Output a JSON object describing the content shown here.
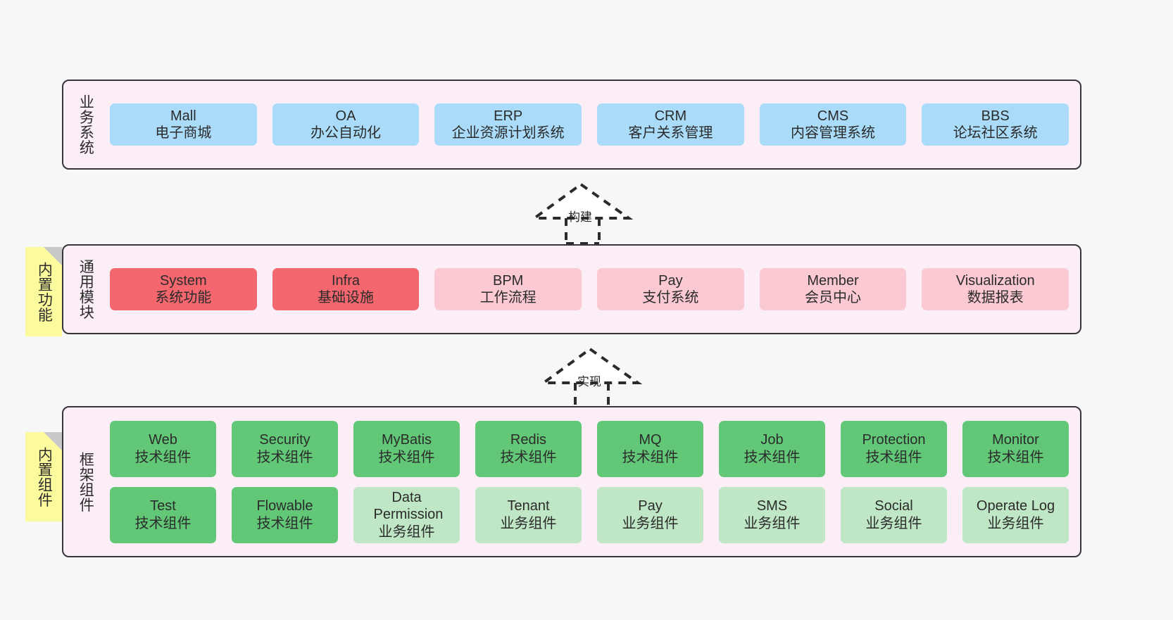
{
  "canvas": {
    "background": "#f7f7f7"
  },
  "palette": {
    "layer_bg": "#fbeef7",
    "layer_border": "#38343c",
    "blue": "#aadcfa",
    "red": "#f4676e",
    "pink": "#fbc9d2",
    "green": "#62c878",
    "light_green": "#bfe7c6",
    "sticky_yellow": "#fbfb9e",
    "sticky_fold": "#c9c9c9",
    "text": "#2b2b2b"
  },
  "layers": {
    "business": {
      "title": "业务系统",
      "cards": [
        {
          "name": "Mall",
          "desc": "电子商城"
        },
        {
          "name": "OA",
          "desc": "办公自动化"
        },
        {
          "name": "ERP",
          "desc": "企业资源计划系统"
        },
        {
          "name": "CRM",
          "desc": "客户关系管理"
        },
        {
          "name": "CMS",
          "desc": "内容管理系统"
        },
        {
          "name": "BBS",
          "desc": "论坛社区系统"
        }
      ]
    },
    "common": {
      "title": "通用模块",
      "sticky": "内置功能",
      "cards": [
        {
          "name": "System",
          "desc": "系统功能",
          "tone": "red"
        },
        {
          "name": "Infra",
          "desc": "基础设施",
          "tone": "red"
        },
        {
          "name": "BPM",
          "desc": "工作流程",
          "tone": "pink"
        },
        {
          "name": "Pay",
          "desc": "支付系统",
          "tone": "pink"
        },
        {
          "name": "Member",
          "desc": "会员中心",
          "tone": "pink"
        },
        {
          "name": "Visualization",
          "desc": "数据报表",
          "tone": "pink"
        }
      ]
    },
    "framework": {
      "title": "框架组件",
      "sticky": "内置组件",
      "row1": [
        {
          "name": "Web",
          "desc": "技术组件",
          "tone": "green"
        },
        {
          "name": "Security",
          "desc": "技术组件",
          "tone": "green"
        },
        {
          "name": "MyBatis",
          "desc": "技术组件",
          "tone": "green"
        },
        {
          "name": "Redis",
          "desc": "技术组件",
          "tone": "green"
        },
        {
          "name": "MQ",
          "desc": "技术组件",
          "tone": "green"
        },
        {
          "name": "Job",
          "desc": "技术组件",
          "tone": "green"
        },
        {
          "name": "Protection",
          "desc": "技术组件",
          "tone": "green"
        },
        {
          "name": "Monitor",
          "desc": "技术组件",
          "tone": "green"
        }
      ],
      "row2": [
        {
          "name": "Test",
          "desc": "技术组件",
          "tone": "green"
        },
        {
          "name": "Flowable",
          "desc": "技术组件",
          "tone": "green"
        },
        {
          "name": "Data Permission",
          "desc": "业务组件",
          "tone": "light_green"
        },
        {
          "name": "Tenant",
          "desc": "业务组件",
          "tone": "light_green"
        },
        {
          "name": "Pay",
          "desc": "业务组件",
          "tone": "light_green"
        },
        {
          "name": "SMS",
          "desc": "业务组件",
          "tone": "light_green"
        },
        {
          "name": "Social",
          "desc": "业务组件",
          "tone": "light_green"
        },
        {
          "name": "Operate Log",
          "desc": "业务组件",
          "tone": "light_green"
        }
      ]
    }
  },
  "connectors": [
    {
      "label": "构建",
      "from": "common",
      "to": "business"
    },
    {
      "label": "实现",
      "from": "framework",
      "to": "common"
    }
  ]
}
